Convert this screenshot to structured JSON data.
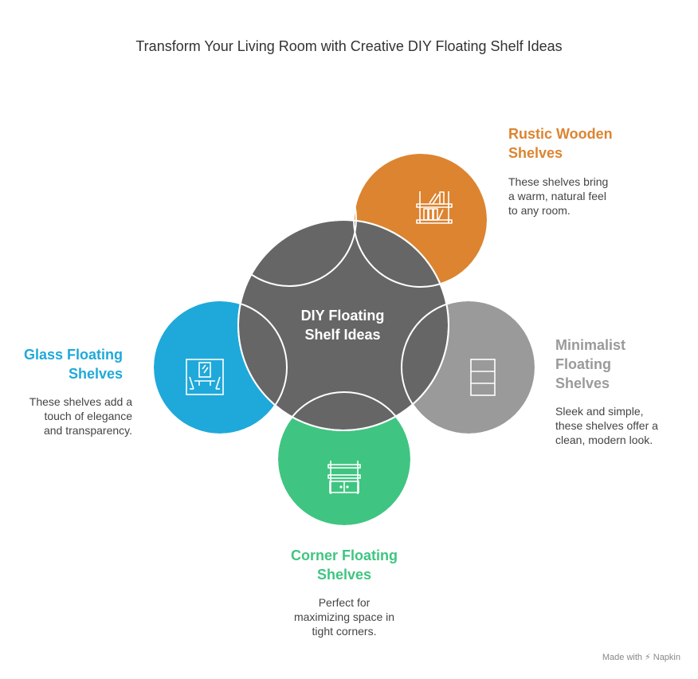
{
  "title": "Transform Your Living Room with Creative DIY Floating Shelf Ideas",
  "center": {
    "line1": "DIY Floating",
    "line2": "Shelf Ideas",
    "color": "#666666"
  },
  "items": {
    "rustic": {
      "title1": "Rustic Wooden",
      "title2": "Shelves",
      "desc1": "These shelves bring",
      "desc2": "a warm, natural feel",
      "desc3": "to any room.",
      "color": "#DC8430",
      "icon": "bookshelf-icon"
    },
    "minimalist": {
      "title1": "Minimalist",
      "title2": "Floating",
      "title3": "Shelves",
      "desc1": "Sleek and simple,",
      "desc2": "these shelves offer a",
      "desc3": "clean, modern look.",
      "color": "#9A9A9A",
      "icon": "stacked-shelf-icon"
    },
    "corner": {
      "title1": "Corner Floating",
      "title2": "Shelves",
      "desc1": "Perfect for",
      "desc2": "maximizing space in",
      "desc3": "tight corners.",
      "color": "#3FC581",
      "icon": "cabinet-shelf-icon"
    },
    "glass": {
      "title1": "Glass Floating",
      "title2": "Shelves",
      "desc1": "These shelves add a",
      "desc2": "touch of elegance",
      "desc3": "and transparency.",
      "color": "#1FA9DA",
      "icon": "glass-cabinet-icon"
    }
  },
  "footer": {
    "made_with": "Made with",
    "brand": "Napkin"
  }
}
